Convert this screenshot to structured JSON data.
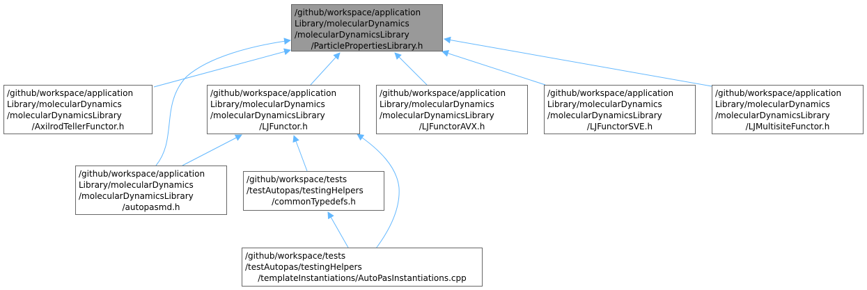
{
  "colors": {
    "edge": "#63b8ff",
    "border": "#666666",
    "root_fill": "#999999",
    "node_fill": "#ffffff"
  },
  "nodes": {
    "root": [
      "/github/workspace/application",
      "Library/molecularDynamics",
      "/molecularDynamicsLibrary",
      "/ParticlePropertiesLibrary.h"
    ],
    "axilrod": [
      "/github/workspace/application",
      "Library/molecularDynamics",
      "/molecularDynamicsLibrary",
      "/AxilrodTellerFunctor.h"
    ],
    "ljfunctor": [
      "/github/workspace/application",
      "Library/molecularDynamics",
      "/molecularDynamicsLibrary",
      "/LJFunctor.h"
    ],
    "ljavx": [
      "/github/workspace/application",
      "Library/molecularDynamics",
      "/molecularDynamicsLibrary",
      "/LJFunctorAVX.h"
    ],
    "ljsve": [
      "/github/workspace/application",
      "Library/molecularDynamics",
      "/molecularDynamicsLibrary",
      "/LJFunctorSVE.h"
    ],
    "ljmultisite": [
      "/github/workspace/application",
      "Library/molecularDynamics",
      "/molecularDynamicsLibrary",
      "/LJMultisiteFunctor.h"
    ],
    "autopasmd": [
      "/github/workspace/application",
      "Library/molecularDynamics",
      "/molecularDynamicsLibrary",
      "/autopasmd.h"
    ],
    "commontypedefs": [
      "/github/workspace/tests",
      "/testAutopas/testingHelpers",
      "/commonTypedefs.h"
    ],
    "instantiations": [
      "/github/workspace/tests",
      "/testAutopas/testingHelpers",
      "/templateInstantiations/AutoPasInstantiations.cpp"
    ]
  }
}
